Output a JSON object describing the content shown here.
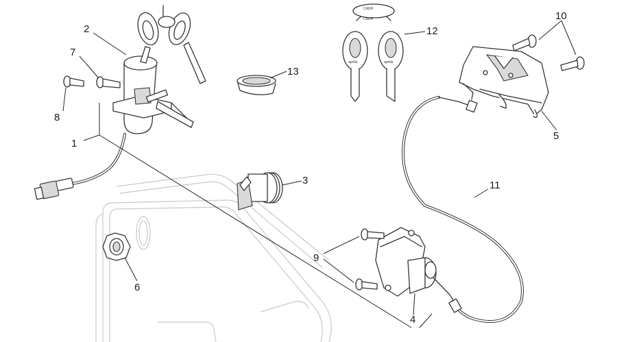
{
  "callouts": [
    {
      "id": "1",
      "label": "1"
    },
    {
      "id": "2",
      "label": "2"
    },
    {
      "id": "3",
      "label": "3"
    },
    {
      "id": "4",
      "label": "4"
    },
    {
      "id": "5",
      "label": "5"
    },
    {
      "id": "6",
      "label": "6"
    },
    {
      "id": "7",
      "label": "7"
    },
    {
      "id": "8",
      "label": "8"
    },
    {
      "id": "9",
      "label": "9"
    },
    {
      "id": "10",
      "label": "10"
    },
    {
      "id": "11",
      "label": "11"
    },
    {
      "id": "12",
      "label": "12"
    },
    {
      "id": "13",
      "label": "13"
    }
  ],
  "key_marks": {
    "brand_mark": "aprilia",
    "chip_mark": "CADR"
  }
}
